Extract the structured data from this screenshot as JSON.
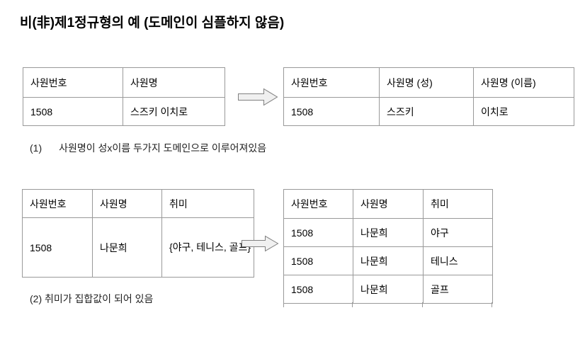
{
  "title": "비(非)제1정규형의 예 (도메인이 심플하지 않음)",
  "example1": {
    "before": {
      "headers": [
        "사원번호",
        "사원명"
      ],
      "rows": [
        [
          "1508",
          "스즈키 이치로"
        ]
      ]
    },
    "after": {
      "headers": [
        "사원번호",
        "사원명 (성)",
        "사원명 (이름)"
      ],
      "rows": [
        [
          "1508",
          "스즈키",
          "이치로"
        ]
      ]
    },
    "caption_num": "(1)",
    "caption_text": "사원명이 성x이름 두가지 도메인으로 이루어져있음"
  },
  "example2": {
    "before": {
      "headers": [
        "사원번호",
        "사원명",
        "취미"
      ],
      "rows": [
        [
          "1508",
          "나문희",
          "{야구,\n테니스,\n골프}"
        ]
      ]
    },
    "after": {
      "headers": [
        "사원번호",
        "사원명",
        "취미"
      ],
      "rows": [
        [
          "1508",
          "나문희",
          "야구"
        ],
        [
          "1508",
          "나문희",
          "테니스"
        ],
        [
          "1508",
          "나문희",
          "골프"
        ]
      ]
    },
    "caption": "(2) 취미가 집합값이 되어 있음"
  },
  "icons": {
    "arrow1": "right-block-arrow",
    "arrow2": "right-block-arrow"
  },
  "colors": {
    "text": "#000000",
    "table_border": "#999999",
    "arrow_fill": "#f0f0f0",
    "arrow_stroke": "#808080",
    "background": "#ffffff"
  }
}
